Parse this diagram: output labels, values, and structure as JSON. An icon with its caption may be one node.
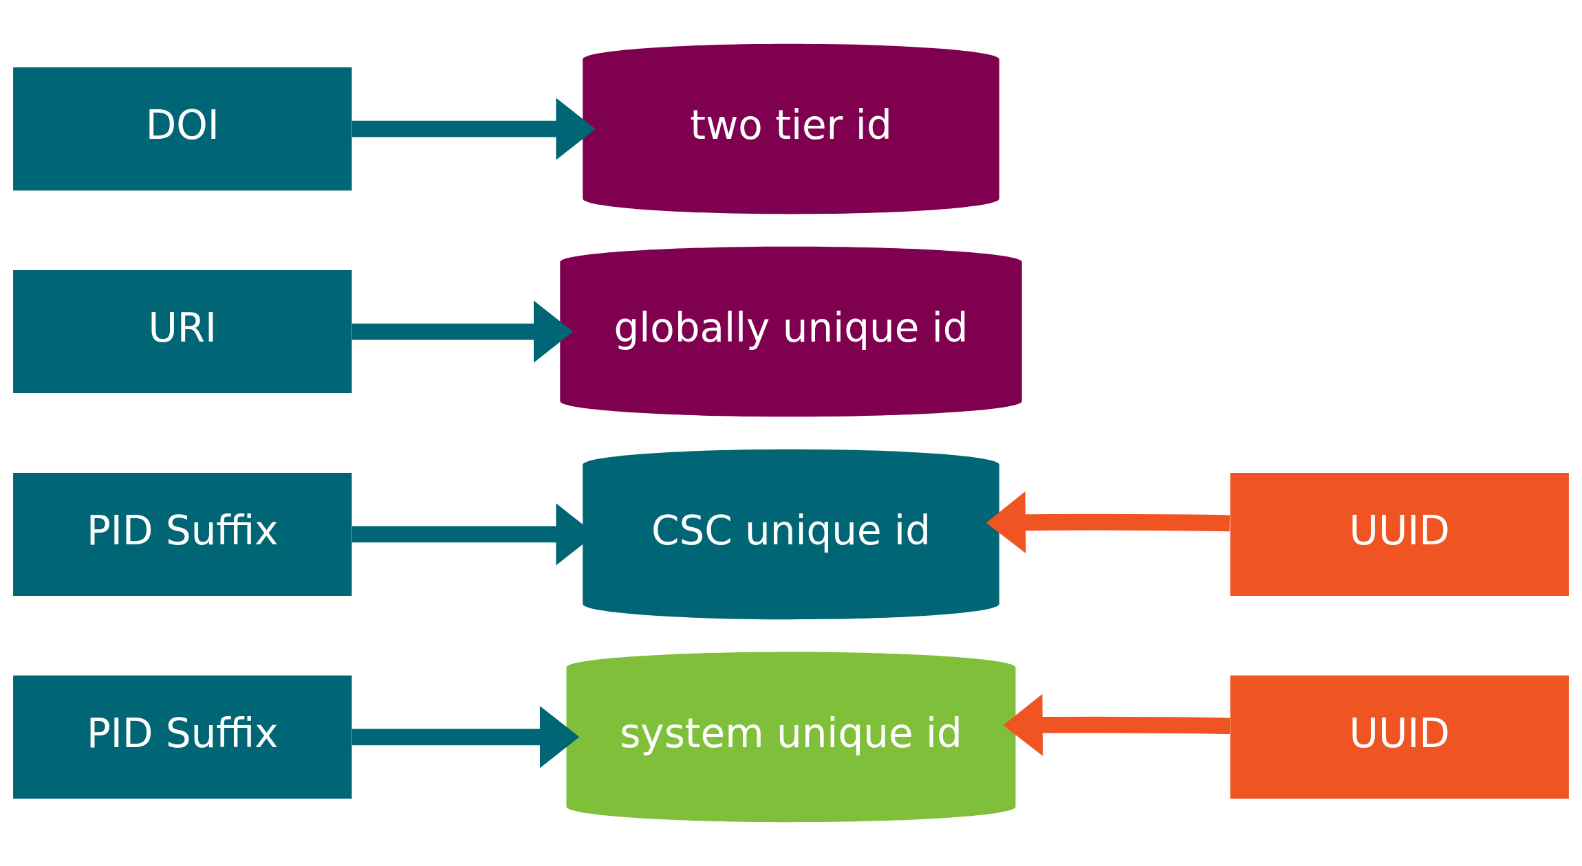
{
  "diagram": {
    "nodes": [
      {
        "text": [
          "DOI"
        ]
      },
      {
        "text": [
          "URI"
        ]
      },
      {
        "text": [
          "PID Suffix"
        ]
      },
      {
        "text": [
          "PID Suffix"
        ]
      },
      {
        "text": [
          "two tier id"
        ]
      },
      {
        "text": [
          "globally unique id"
        ]
      },
      {
        "text": [
          "CSC unique id"
        ]
      },
      {
        "text": [
          "system unique id"
        ]
      },
      {
        "text": [
          "UUID"
        ]
      },
      {
        "text": [
          "UUID"
        ]
      }
    ],
    "edges": [
      {
        "from": 0,
        "to": 4,
        "arrow": "to"
      },
      {
        "from": 1,
        "to": 5,
        "arrow": "to"
      },
      {
        "from": 2,
        "to": 6,
        "arrow": "to"
      },
      {
        "from": 3,
        "to": 7,
        "arrow": "to"
      },
      {
        "from": 8,
        "to": 6,
        "arrow": "to",
        "color": "#f05423"
      },
      {
        "from": 9,
        "to": 7,
        "arrow": "to",
        "color": "#f05423"
      }
    ]
  }
}
